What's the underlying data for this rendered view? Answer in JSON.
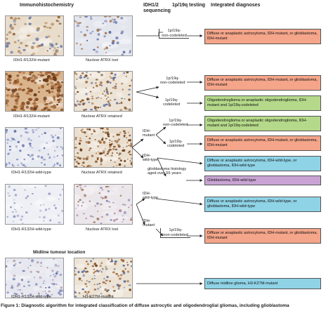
{
  "headers": {
    "ihc": "Immunohistochemistry",
    "idh": "IDH1/2\nsequencing",
    "codel": "1p/19q testing",
    "integrated": "Integrated diagnoses"
  },
  "rows": [
    {
      "left_caption": "IDH1-R132H-mutant",
      "right_caption": "Nuclear ATRX lost"
    },
    {
      "left_caption": "IDH1-R132H-mutant",
      "right_caption": "Nuclear ATRX retained"
    },
    {
      "left_caption": "IDH1-R132H-wild-type",
      "right_caption": "Nuclear ATRX retained"
    },
    {
      "left_caption": "IDH1-R132H-wild-type",
      "right_caption": "Nuclear ATRX lost"
    },
    {
      "left_caption": "IDH1-R132H-wild-type",
      "right_caption": "H3-K27M-mutant"
    }
  ],
  "midline_label": "Midline tumour location",
  "flow_labels": {
    "codel_1": "1p/19q-\nnon-codeleted",
    "r2_noncodel": "1p/19q-\nnon-codeleted",
    "r2_codel": "1p/19q-\ncodeleted",
    "r3_idh_mut": "IDH-\nmutant",
    "r3_idh_wt": "IDH-\nwild-type",
    "r3_noncodel": "1p/19q-\nnon-codeleted",
    "r3_codel": "1p/19q-\ncodeleted",
    "r3_gbm": "glioblastoma histology\naged over 55 years",
    "r4_idh_wt": "IDH-\nwild-type",
    "r4_idh_mut": "IDH-\nmutant",
    "r4_codel": "1p/19q-\nnon-codeleted"
  },
  "diagnoses": [
    {
      "text": "Diffuse or anaplastic astrocytoma, IDH-mutant, or glioblastoma, IDH-mutant",
      "color": "#f4a58a"
    },
    {
      "text": "Diffuse or anaplastic astrocytoma, IDH-mutant, or glioblastoma, IDH-mutant",
      "color": "#f4a58a"
    },
    {
      "text": "Oligodendroglioma or anaplastic oligodendroglioma, IDH-mutant and 1p/19q-codeleted",
      "color": "#b5d98a"
    },
    {
      "text": "Oligodendroglioma or anaplastic oligodendroglioma, IDH-mutant and 1p/19q-codeleted",
      "color": "#b5d98a"
    },
    {
      "text": "Diffuse or anaplastic astrocytoma, IDH-mutant, or glioblastoma, IDH-mutant",
      "color": "#f4a58a"
    },
    {
      "text": "Diffuse or anaplastic astrocytoma, IDH-wild-type, or glioblastoma, IDH-wild-type",
      "color": "#8fd3e6"
    },
    {
      "text": "Glioblastoma, IDH-wild-type",
      "color": "#c9a3d4"
    },
    {
      "text": "Diffuse or anaplastic astrocytoma, IDH-wild-type, or glioblastoma, IDH-wild-type",
      "color": "#8fd3e6"
    },
    {
      "text": "Diffuse or anaplastic astrocytoma, IDH-mutant, or glioblastoma, IDH-mutant",
      "color": "#f4a58a"
    },
    {
      "text": "Diffuse midline glioma, H3-K27M-mutant",
      "color": "#8fd3e6"
    }
  ],
  "caption": "Figure 1: Diagnostic algorithm for integrated classification of diffuse astrocytic and oligodendroglial gliomas, including glioblastoma"
}
